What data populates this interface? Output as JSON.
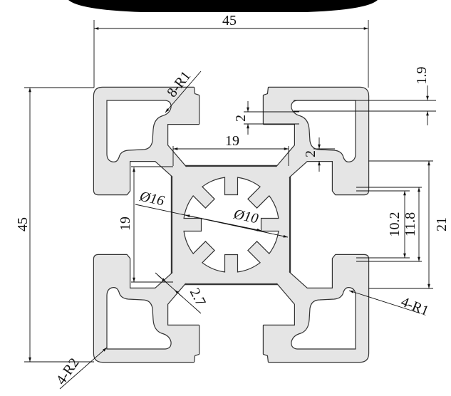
{
  "title": "45x45 aluminum extrusion profile cross-section",
  "colors": {
    "profile_fill": "#e5e5e5",
    "outline": "#333333",
    "dimension": "#111111"
  },
  "dimensions": {
    "width": "45",
    "height": "45",
    "corner_radius_outer": "8-R1",
    "slot_lip": "1.9",
    "lip_thickness_top": "2",
    "lip_thickness_side": "2",
    "core_width": "19",
    "core_height": "19",
    "bore_outer": "Ø16",
    "bore_inner": "Ø10",
    "slot_inner": "10.2",
    "slot_mid": "11.8",
    "slot_outer": "21",
    "inner_radius": "4-R1",
    "web_thickness": "2.7",
    "outer_radius": "4-R2"
  }
}
